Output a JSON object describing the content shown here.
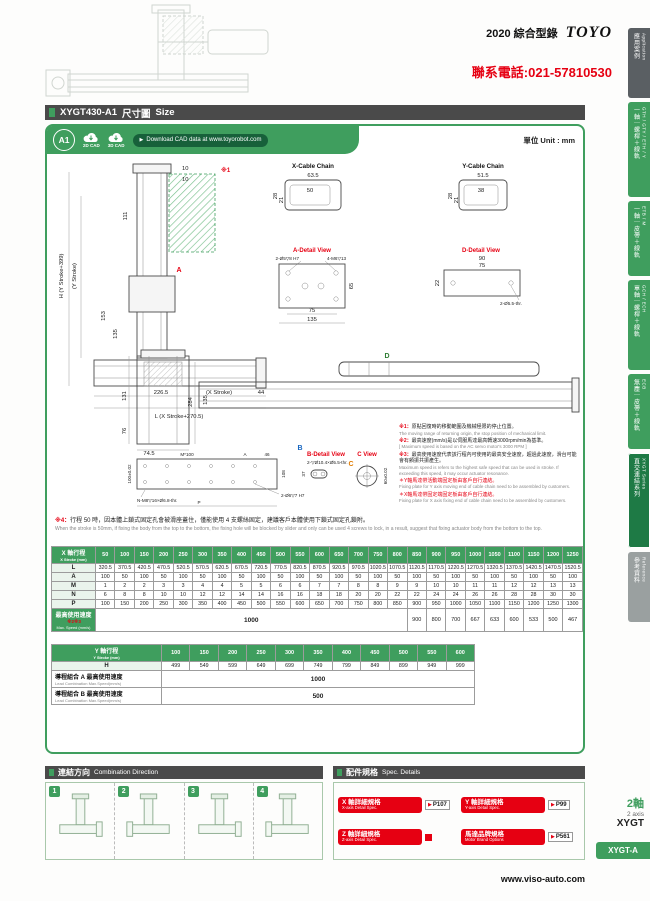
{
  "page": {
    "catalog_label": "2020 綜合型錄",
    "brand": "TOYO",
    "phone": "聯系電話:021-57810530",
    "website": "www.viso-auto.com",
    "unit": "單位 Unit : mm"
  },
  "header": {
    "model": "XYGT430-A1",
    "title_zh": "尺寸圖",
    "title_en": "Size"
  },
  "icons": {
    "arrow": "▶"
  },
  "cad": {
    "badge": "A1",
    "cad_2d": "2D CAD",
    "cad_3d": "3D CAD",
    "download": "Download CAD data at www.toyorobot.com"
  },
  "colors": {
    "green": "#3f9e5e",
    "dark_green": "#1e7a45",
    "red": "#e60012"
  },
  "sidebar": {
    "items": [
      {
        "zh": "應用案例",
        "en": "Application",
        "color": "#5a5f63"
      },
      {
        "zh": "一軸｜螺桿＋線軌",
        "en": "GTH / GTY / ETH / Y",
        "color": "#3f9e5e"
      },
      {
        "zh": "一軸｜皮帶＋線軌",
        "en": "ETB / M",
        "color": "#3f9e5e"
      },
      {
        "zh": "單軸｜螺桿＋線軌",
        "en": "GCH / ECH",
        "color": "#3f9e5e"
      },
      {
        "zh": "無塵｜皮帶＋線軌",
        "en": "ECB",
        "color": "#3f9e5e"
      },
      {
        "zh": "直交連結系列",
        "en": "XYGT Series",
        "color": "#1e7a45",
        "active": true
      },
      {
        "zh": "參考資料",
        "en": "Reference",
        "color": "#9aa0a0"
      }
    ]
  },
  "dims": {
    "d111": "111",
    "d10a": "10",
    "d10b": "10",
    "ref1": "※1",
    "H": "H (Y Stroke+399)",
    "y_stroke": "(Y Stroke)",
    "d153": "153",
    "d135": "135",
    "d226_5": "226.5",
    "x_stroke": "(X Stroke)",
    "d44": "44",
    "L": "L (X Stroke+270.5)",
    "x_chain": "X-Cable Chain",
    "d63_5": "63.5",
    "d50": "50",
    "d28x": "28",
    "d21x": "21",
    "y_chain": "Y-Cable Chain",
    "d51_5": "51.5",
    "d38": "38",
    "d28y": "28",
    "d21y": "21",
    "a_detail": "A-Detail View",
    "d_detail": "D-Detail View",
    "a_holes1": "2-Ø5▽8 H7",
    "a_holes2": "4-M6▽13",
    "d65": "65",
    "d75": "75",
    "d135b": "135",
    "d90": "90",
    "d75b": "75",
    "d22": "22",
    "d_holes": "2-Ø5.5-thr.",
    "d284": "284",
    "d135c": "135",
    "d131": "131",
    "d76": "76",
    "d74_5": "74.5",
    "m100": "M*100",
    "varA": "A",
    "d46": "46",
    "n_holes": "N-M8▽16×Ø6.8-thr.",
    "d100": "100±0.02",
    "p_holes": "2-Ø6▽7 H7",
    "varP": "P",
    "d108": "108",
    "d37": "37",
    "d60": "60±0.02",
    "b_detail": "B-Detail View",
    "b_holes": "2-▽Ø10.4×Ø5.5-thr.",
    "c_view": "C View",
    "mA": "A",
    "mB": "B",
    "mC": "C",
    "mD": "D"
  },
  "notes": {
    "n1_mark": "※1：",
    "n1_zh": "原點回復時的移動範圍及機械極限的停止位置。",
    "n1_en": "The moving range of returning origin, the stop position of mechanical limit.",
    "n2_mark": "※2：",
    "n2_zh": "最高速度(mm/s)是以伺服馬達最高轉速3000rpm/min為基準。",
    "n2_en": "[ Maximum speed is based on the AC servo motor's 3000 RPM ]",
    "n3_mark": "※3：",
    "n3_zh": "最高使用速度代表該行程內可使用的最高安全速度，超過此速度，滑台可能會有顫振共振產生。",
    "n3_en": "Maximum speed is refers to the highest safe speed that can be used in stroke. If exceeding this speed, it may occur actuator resonance.",
    "star_y_zh": "＊Y軸馬達帶活動端固定板由客戶自行連結。",
    "star_y_en": "Fixing plate for Y axis moving end of cable chain need to be assembled by customers.",
    "star_x_zh": "＊X軸馬達帶固定端固定板由客戶自行連結。",
    "star_x_en": "Fixing plate for X axis fixing end of cable chain need to be assembled by customers.",
    "n4_mark": "※4：",
    "n4_zh": "行程 50 時，因本體上鎖式固定孔會被滑座蓋住，僅能使用 4 支螺絲固定，建議客戶本體使用下鎖式固定孔鎖附。",
    "n4_en": "When the stroke is 50mm, if fixing the body from the top to the bottom, the fixing hole will be blocked by slider and only can be used 4 screws to lock, in a result, suggest that fixing actuator body from the bottom to the top."
  },
  "x_table": {
    "header_zh": "X 軸行程",
    "header_en": "X Stroke (mm)",
    "strokes": [
      "50",
      "100",
      "150",
      "200",
      "250",
      "300",
      "350",
      "400",
      "450",
      "500",
      "550",
      "600",
      "650",
      "700",
      "750",
      "800",
      "850",
      "900",
      "950",
      "1000",
      "1050",
      "1100",
      "1150",
      "1200",
      "1250"
    ],
    "rows": [
      {
        "label": "L",
        "values": [
          "320.5",
          "370.5",
          "420.5",
          "470.5",
          "520.5",
          "570.5",
          "620.5",
          "670.5",
          "720.5",
          "770.5",
          "820.5",
          "870.5",
          "920.5",
          "970.5",
          "1020.5",
          "1070.5",
          "1120.5",
          "1170.5",
          "1220.5",
          "1270.5",
          "1320.5",
          "1370.5",
          "1420.5",
          "1470.5",
          "1520.5"
        ]
      },
      {
        "label": "A",
        "values": [
          "100",
          "50",
          "100",
          "50",
          "100",
          "50",
          "100",
          "50",
          "100",
          "50",
          "100",
          "50",
          "100",
          "50",
          "100",
          "50",
          "100",
          "50",
          "100",
          "50",
          "100",
          "50",
          "100",
          "50",
          "100"
        ]
      },
      {
        "label": "M",
        "values": [
          "1",
          "2",
          "2",
          "3",
          "3",
          "4",
          "4",
          "5",
          "5",
          "6",
          "6",
          "7",
          "7",
          "8",
          "8",
          "9",
          "9",
          "10",
          "10",
          "11",
          "11",
          "12",
          "12",
          "13",
          "13"
        ]
      },
      {
        "label": "N",
        "values": [
          "6",
          "8",
          "8",
          "10",
          "10",
          "12",
          "12",
          "14",
          "14",
          "16",
          "16",
          "18",
          "18",
          "20",
          "20",
          "22",
          "22",
          "24",
          "24",
          "26",
          "26",
          "28",
          "28",
          "30",
          "30"
        ]
      },
      {
        "label": "P",
        "values": [
          "100",
          "150",
          "200",
          "250",
          "300",
          "350",
          "400",
          "450",
          "500",
          "550",
          "600",
          "650",
          "700",
          "750",
          "800",
          "850",
          "900",
          "950",
          "1000",
          "1050",
          "1100",
          "1150",
          "1200",
          "1250",
          "1300"
        ]
      }
    ],
    "speed_label_zh": "最高使用速度",
    "speed_marks": "※2※3",
    "speed_label_en": "Max. Speed (mm/s)",
    "speed_merged": "1000",
    "speed_merged_span": 16,
    "speed_values": [
      "900",
      "800",
      "700",
      "667",
      "633",
      "600",
      "533",
      "500",
      "467"
    ]
  },
  "y_table": {
    "header_zh": "Y 軸行程",
    "header_en": "Y Stroke (mm)",
    "strokes": [
      "100",
      "150",
      "200",
      "250",
      "300",
      "350",
      "400",
      "450",
      "500",
      "550",
      "600"
    ],
    "h_label": "H",
    "h_values": [
      "499",
      "549",
      "599",
      "649",
      "699",
      "749",
      "799",
      "849",
      "899",
      "949",
      "999"
    ],
    "lead_rows": [
      {
        "label_zh": "導程組合 A 最高使用速度",
        "label_en": "Lead Combination Max.Speed(mm/s)",
        "value": "1000"
      },
      {
        "label_zh": "導程組合 B 最高使用速度",
        "label_en": "Lead Combination Max.Speed(mm/s)",
        "value": "500"
      }
    ]
  },
  "combination": {
    "title_zh": "連結方向",
    "title_en": "Combination Direction",
    "items": [
      {
        "badge": "1"
      },
      {
        "badge": "2"
      },
      {
        "badge": "3"
      },
      {
        "badge": "4"
      }
    ]
  },
  "spec_details": {
    "title_zh": "配件規格",
    "title_en": "Spec. Details",
    "items": [
      {
        "zh": "X 軸詳細規格",
        "en": "X-axis Detail Spec.",
        "page": "P107"
      },
      {
        "zh": "Y 軸詳細規格",
        "en": "Y-axis Detail Spec.",
        "page": "P99"
      },
      {
        "zh": "Z 軸詳細規格",
        "en": "Z-axis Detail Spec.",
        "page": ""
      },
      {
        "zh": "馬達品牌規格",
        "en": "Motor Brand Options",
        "page": "P561"
      }
    ]
  },
  "footer_tab": {
    "axis_zh": "2軸",
    "axis_en": "2 axis",
    "series": "XYGT",
    "tab": "XYGT-A"
  }
}
